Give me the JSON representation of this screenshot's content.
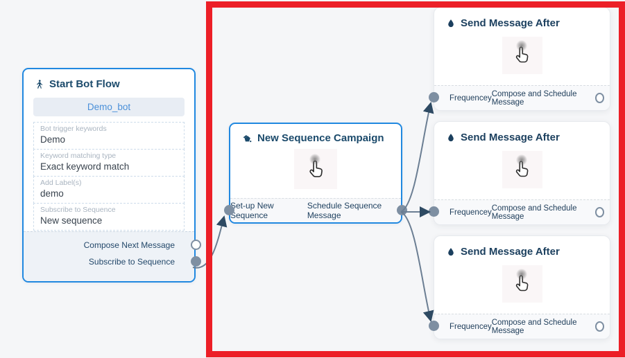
{
  "colors": {
    "node_border_blue": "#2088e0",
    "highlight_red": "#ec1f27",
    "port_gray": "#7e8fa2",
    "title_navy": "#1b4a6b",
    "wire_gray": "#6b7e93"
  },
  "icons": {
    "start": "walking-person-icon",
    "sequence": "ink-fill-icon",
    "send": "water-drop-icon",
    "center": "hand-pointer-icon"
  },
  "start_node": {
    "title": "Start Bot Flow",
    "bot_name": "Demo_bot",
    "fields": [
      {
        "label": "Bot trigger keywords",
        "value": "Demo"
      },
      {
        "label": "Keyword matching type",
        "value": "Exact keyword match"
      },
      {
        "label": "Add Label(s)",
        "value": "demo"
      },
      {
        "label": "Subscribe to Sequence",
        "value": "New sequence"
      }
    ],
    "outputs": [
      {
        "label": "Compose Next Message",
        "connected": false
      },
      {
        "label": "Subscribe to Sequence",
        "connected": true
      }
    ]
  },
  "sequence_node": {
    "title": "New Sequence Campaign",
    "input_label": "Set-up New Sequence",
    "output_label": "Schedule Sequence Message"
  },
  "send_nodes": [
    {
      "title": "Send Message After",
      "input_label": "Frequencey",
      "output_label": "Compose and Schedule Message"
    },
    {
      "title": "Send Message After",
      "input_label": "Frequencey",
      "output_label": "Compose and Schedule Message"
    },
    {
      "title": "Send Message After",
      "input_label": "Frequencey",
      "output_label": "Compose and Schedule Message"
    }
  ]
}
